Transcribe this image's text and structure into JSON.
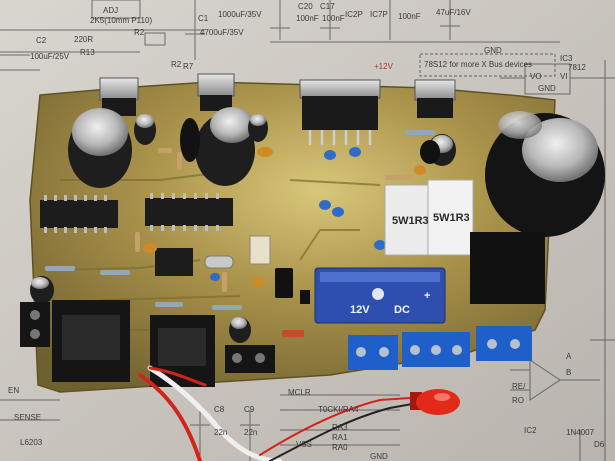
{
  "schematic": {
    "labels": [
      {
        "id": "adj",
        "text": "ADJ"
      },
      {
        "id": "c1",
        "text": "C1"
      },
      {
        "id": "c1v",
        "text": "1000uF/35V"
      },
      {
        "id": "c20",
        "text": "C20"
      },
      {
        "id": "c17",
        "text": "C17"
      },
      {
        "id": "c2",
        "text": "C2"
      },
      {
        "id": "r2",
        "text": "R2"
      },
      {
        "id": "r2v",
        "text": "2K5(10mm P110)"
      },
      {
        "id": "r220",
        "text": "220R"
      },
      {
        "id": "r13",
        "text": "R13"
      },
      {
        "id": "c2v",
        "text": "100uF/25V"
      },
      {
        "id": "c1v2",
        "text": "4700uF/35V"
      },
      {
        "id": "nf1",
        "text": "100nF"
      },
      {
        "id": "nf2",
        "text": "100nF"
      },
      {
        "id": "ic2p",
        "text": "IC2P"
      },
      {
        "id": "ic7p",
        "text": "IC7P"
      },
      {
        "id": "nf3",
        "text": "100nF"
      },
      {
        "id": "c47",
        "text": "47uF/16V"
      },
      {
        "id": "gnd1",
        "text": "GND"
      },
      {
        "id": "plus12",
        "text": "+12V"
      },
      {
        "id": "bus",
        "text": "78S12 for more X Bus devices"
      },
      {
        "id": "ic3",
        "text": "IC3"
      },
      {
        "id": "ic3n",
        "text": "7812"
      },
      {
        "id": "vo",
        "text": "VO"
      },
      {
        "id": "vi",
        "text": "VI"
      },
      {
        "id": "gnd2",
        "text": "GND"
      },
      {
        "id": "r7",
        "text": "R7"
      },
      {
        "id": "r2b",
        "text": "R2"
      },
      {
        "id": "en",
        "text": "EN"
      },
      {
        "id": "sense",
        "text": "SENSE"
      },
      {
        "id": "l6203",
        "text": "L6203"
      },
      {
        "id": "c8",
        "text": "C8"
      },
      {
        "id": "c9",
        "text": "C9"
      },
      {
        "id": "n22a",
        "text": "22n"
      },
      {
        "id": "n22b",
        "text": "22n"
      },
      {
        "id": "mclr",
        "text": "MCLR"
      },
      {
        "id": "t0cki",
        "text": "T0CKI/RA4"
      },
      {
        "id": "ra3",
        "text": "RA3"
      },
      {
        "id": "ra1",
        "text": "RA1"
      },
      {
        "id": "ra0",
        "text": "RA0"
      },
      {
        "id": "vss",
        "text": "VSS"
      },
      {
        "id": "gnd3",
        "text": "GND"
      },
      {
        "id": "re",
        "text": "RE/"
      },
      {
        "id": "ro",
        "text": "RO"
      },
      {
        "id": "ic2",
        "text": "IC2"
      },
      {
        "id": "d6",
        "text": "D6"
      },
      {
        "id": "n4007",
        "text": "1N4007"
      },
      {
        "id": "pinA",
        "text": "A"
      },
      {
        "id": "pinB",
        "text": "B"
      }
    ]
  },
  "board": {
    "resistors": [
      {
        "id": "r-a1",
        "text": "5W1R3"
      },
      {
        "id": "r-a2",
        "text": "5W1R3"
      }
    ],
    "relay": {
      "rating": "12V",
      "current": "DC",
      "plus": "+"
    }
  },
  "colors": {
    "pcb": "#9d8840",
    "pcb_light": "#c9b86c",
    "relay": "#2e4fb0",
    "terminal": "#1e5fc9",
    "led": "#e22a1a",
    "ic": "#1c1c1c",
    "cap_sleeve": "#1e1e1e"
  }
}
